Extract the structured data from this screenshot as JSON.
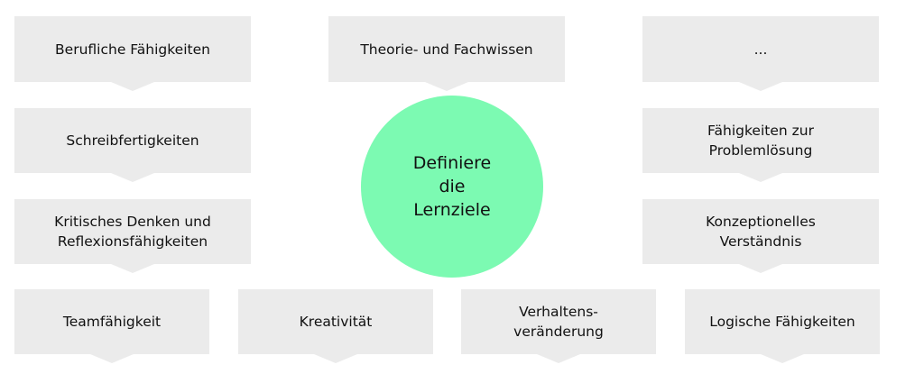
{
  "center": {
    "label": "Definiere\ndie\nLernziele"
  },
  "boxes": [
    {
      "label": "Berufliche Fähigkeiten"
    },
    {
      "label": "Theorie- und Fachwissen"
    },
    {
      "label": "..."
    },
    {
      "label": "Schreibfertigkeiten"
    },
    {
      "label": "Fähigkeiten zur\nProblemlösung"
    },
    {
      "label": "Kritisches Denken und\nReflexionsfähigkeiten"
    },
    {
      "label": "Konzeptionelles\nVerständnis"
    },
    {
      "label": "Teamfähigkeit"
    },
    {
      "label": "Kreativität"
    },
    {
      "label": "Verhaltens-\nveränderung"
    },
    {
      "label": "Logische Fähigkeiten"
    }
  ],
  "colors": {
    "box_bg": "#ebebeb",
    "center_bg": "#7cfab2",
    "text": "#111111"
  }
}
